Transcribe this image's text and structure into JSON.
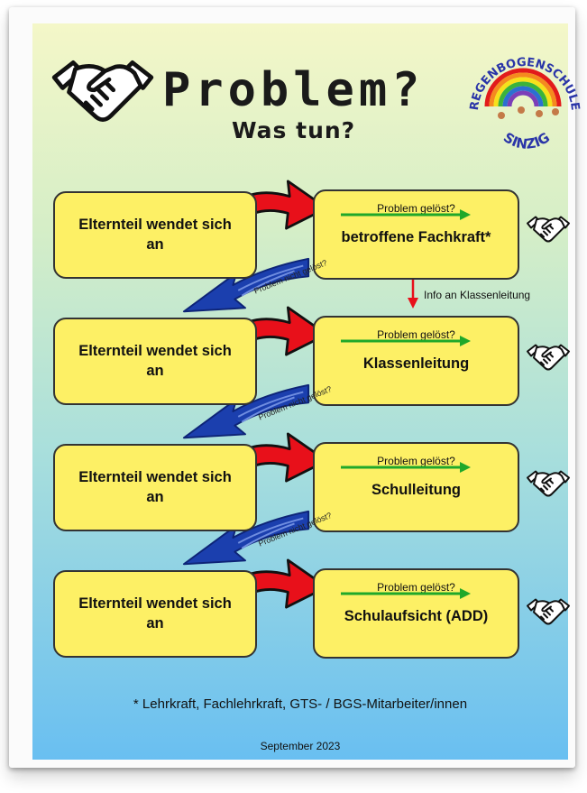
{
  "title": "Problem?",
  "subtitle": "Was tun?",
  "logo": {
    "arc_top": "REGENBOGENSCHULE",
    "arc_bottom": "SINZIG"
  },
  "steps": [
    {
      "left": "Elternteil wendet sich an",
      "question": "Problem gelöst?",
      "target": "betroffene Fachkraft*"
    },
    {
      "left": "Elternteil wendet sich an",
      "question": "Problem gelöst?",
      "target": "Klassenleitung"
    },
    {
      "left": "Elternteil wendet sich an",
      "question": "Problem gelöst?",
      "target": "Schulleitung"
    },
    {
      "left": "Elternteil wendet sich an",
      "question": "Problem gelöst?",
      "target": "Schulaufsicht (ADD)"
    }
  ],
  "not_solved": [
    "Problem nicht gelöst?",
    "Problem nicht gelöst?",
    "Problem nicht gelöst?"
  ],
  "info": "Info an Klassenleitung",
  "footnote": "* Lehrkraft, Fachlehrkraft, GTS- / BGS-Mitarbeiter/innen",
  "date": "September 2023",
  "icons": [
    "handshake-icon",
    "red-arrow-icon",
    "blue-arrow-icon",
    "green-arrow-icon"
  ],
  "colors": {
    "box": "#fdf065",
    "red_arrow": "#e8101a",
    "blue_arrow": "#1b3fae",
    "green_arrow": "#1fa82a"
  }
}
